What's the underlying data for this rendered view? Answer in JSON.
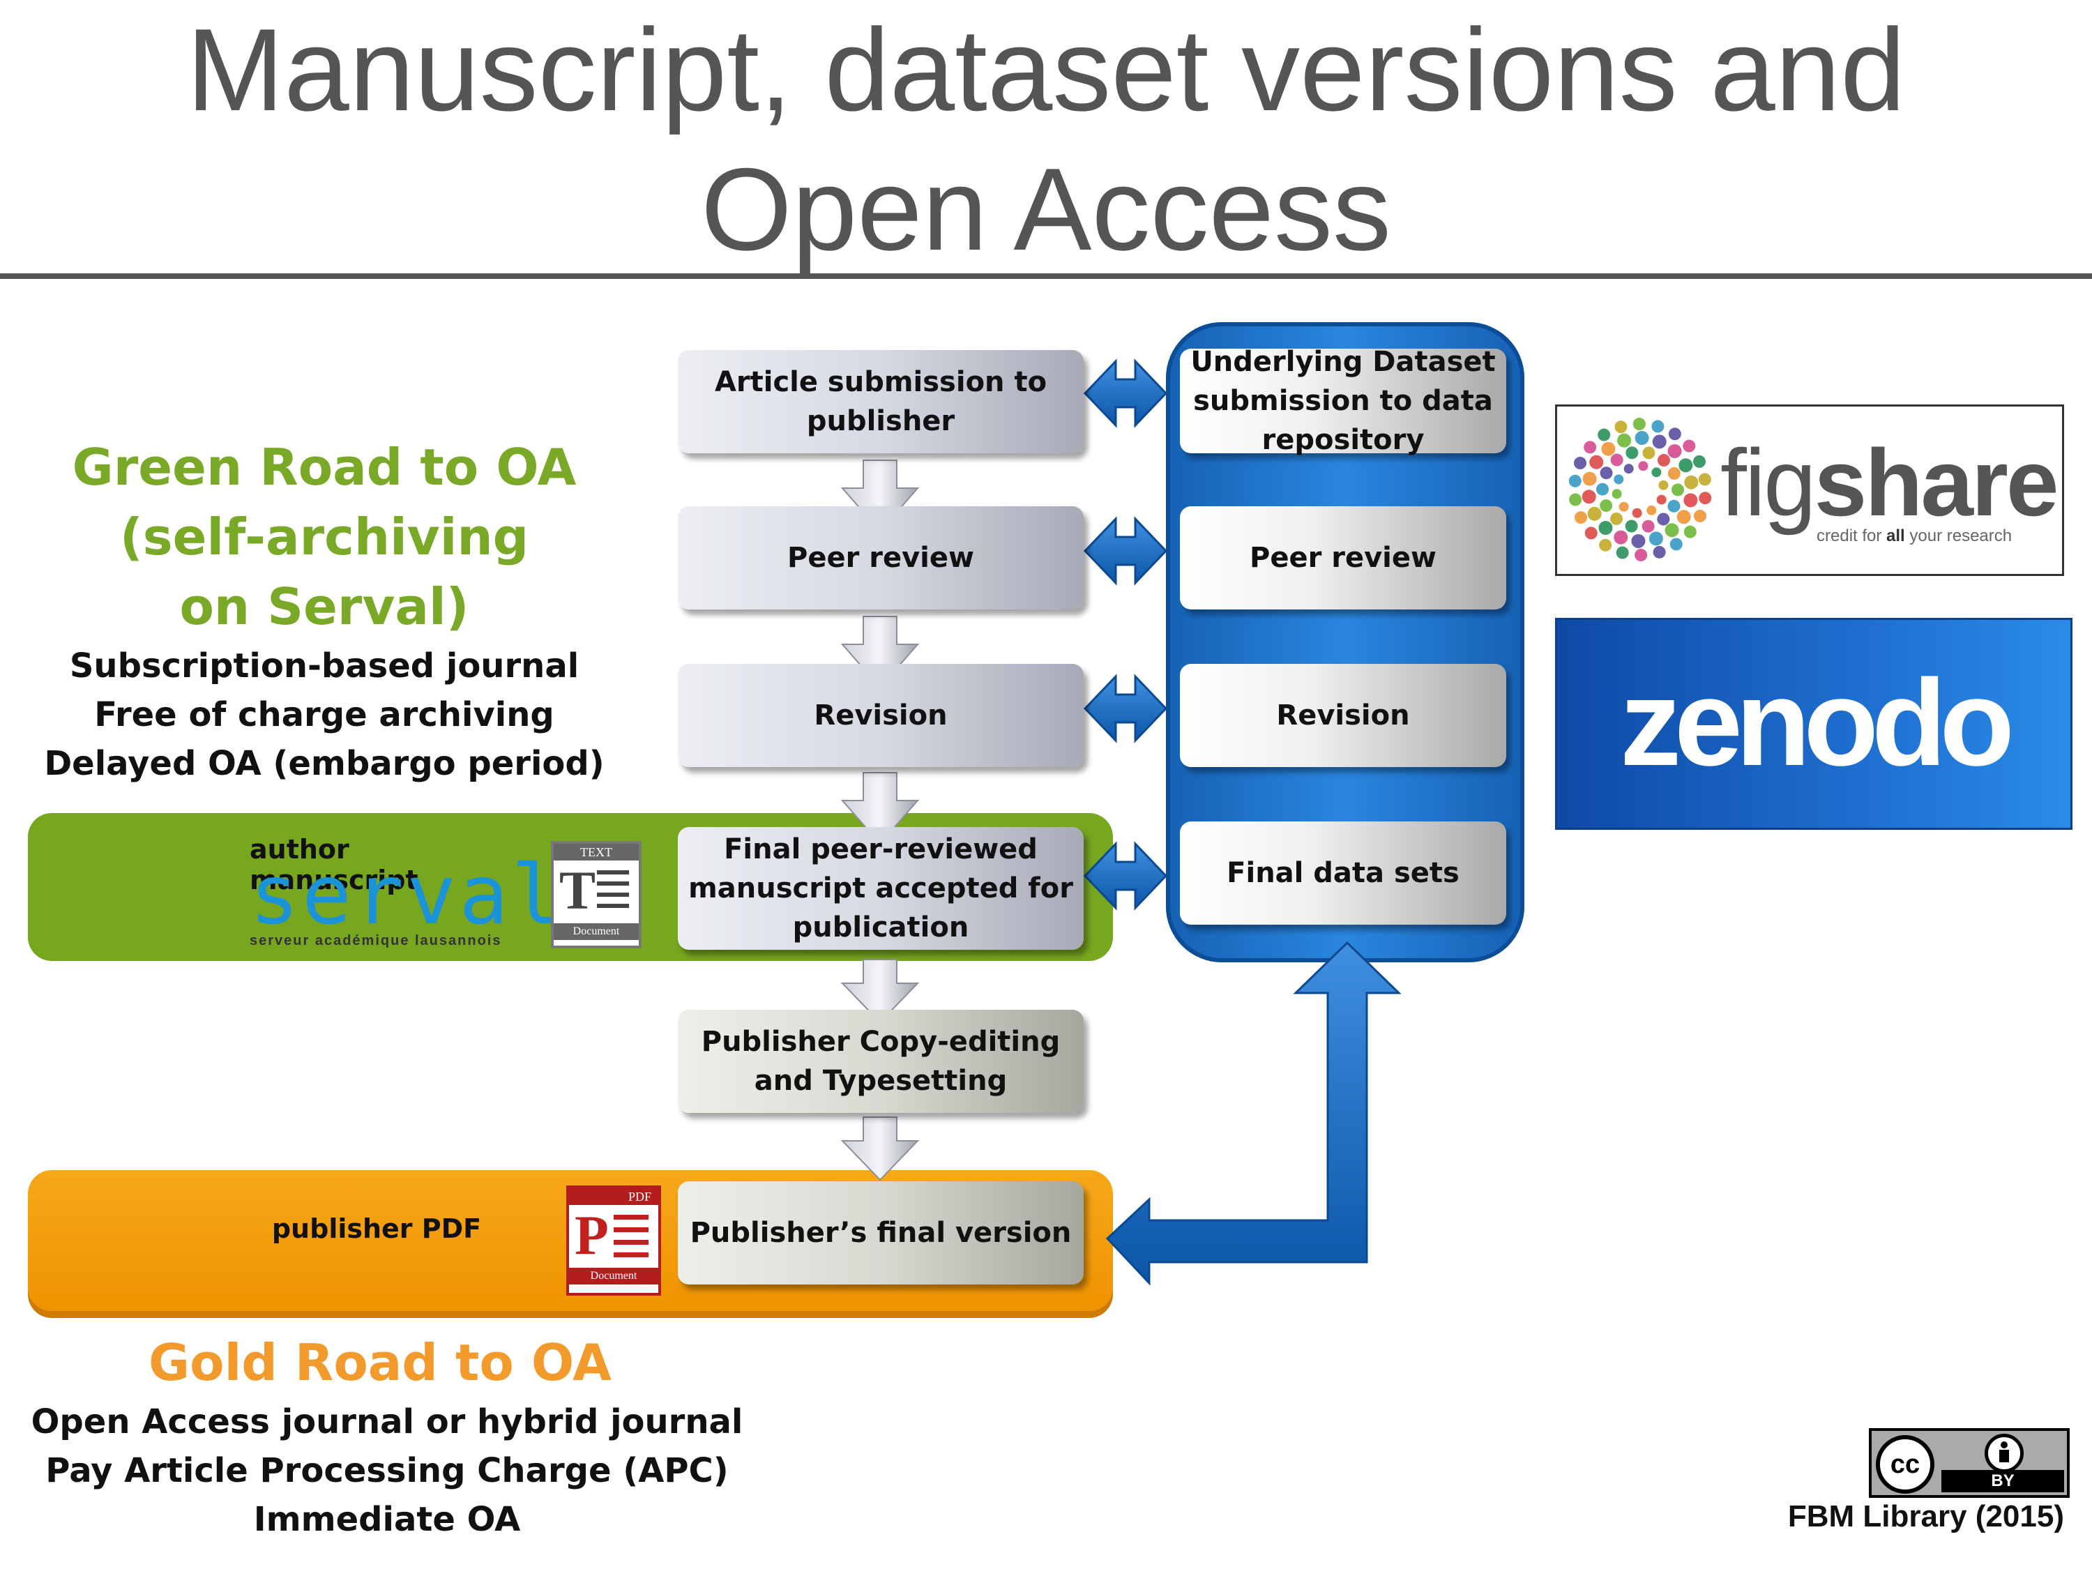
{
  "title": {
    "line1": "Manuscript, dataset versions and",
    "line2": "Open Access"
  },
  "green_road": {
    "heading": [
      "Green Road to OA",
      "(self-archiving",
      "on Serval)"
    ],
    "details": [
      "Subscription-based journal",
      "Free of charge archiving",
      "Delayed  OA (embargo period)"
    ]
  },
  "gold_road": {
    "heading": "Gold Road to OA",
    "details": [
      "Open Access journal or hybrid journal",
      "Pay Article Processing Charge (APC)",
      "Immediate OA"
    ]
  },
  "green_band": {
    "label": "author manuscript",
    "logo": "serval",
    "logo_tagline": "serveur académique lausannois",
    "doc_tag": "TEXT",
    "doc_letter": "T",
    "doc_caption": "Document"
  },
  "gold_band": {
    "label": "publisher PDF",
    "doc_tag": "PDF",
    "doc_letter": "P",
    "doc_caption": "Document"
  },
  "manuscript_steps": [
    "Article submission to publisher",
    "Peer review",
    "Revision",
    "Final peer-reviewed manuscript accepted for publication",
    "Publisher Copy-editing and Typesetting",
    "Publisher’s final version"
  ],
  "dataset_steps": [
    "Underlying Dataset submission to data repository",
    "Peer review",
    "Revision",
    "Final data sets"
  ],
  "repositories": {
    "figshare": {
      "fig": "fig",
      "share": "share",
      "tagline_pre": "credit for ",
      "tagline_bold": "all",
      "tagline_post": " your research"
    },
    "zenodo": "zenodo"
  },
  "license": {
    "badge_top": "cc",
    "badge_by": "BY"
  },
  "footer": "FBM Library (2015)",
  "colors": {
    "green": "#7aa928",
    "gold": "#f39a2c",
    "blue": "#1a6fc4",
    "title": "#555555"
  }
}
